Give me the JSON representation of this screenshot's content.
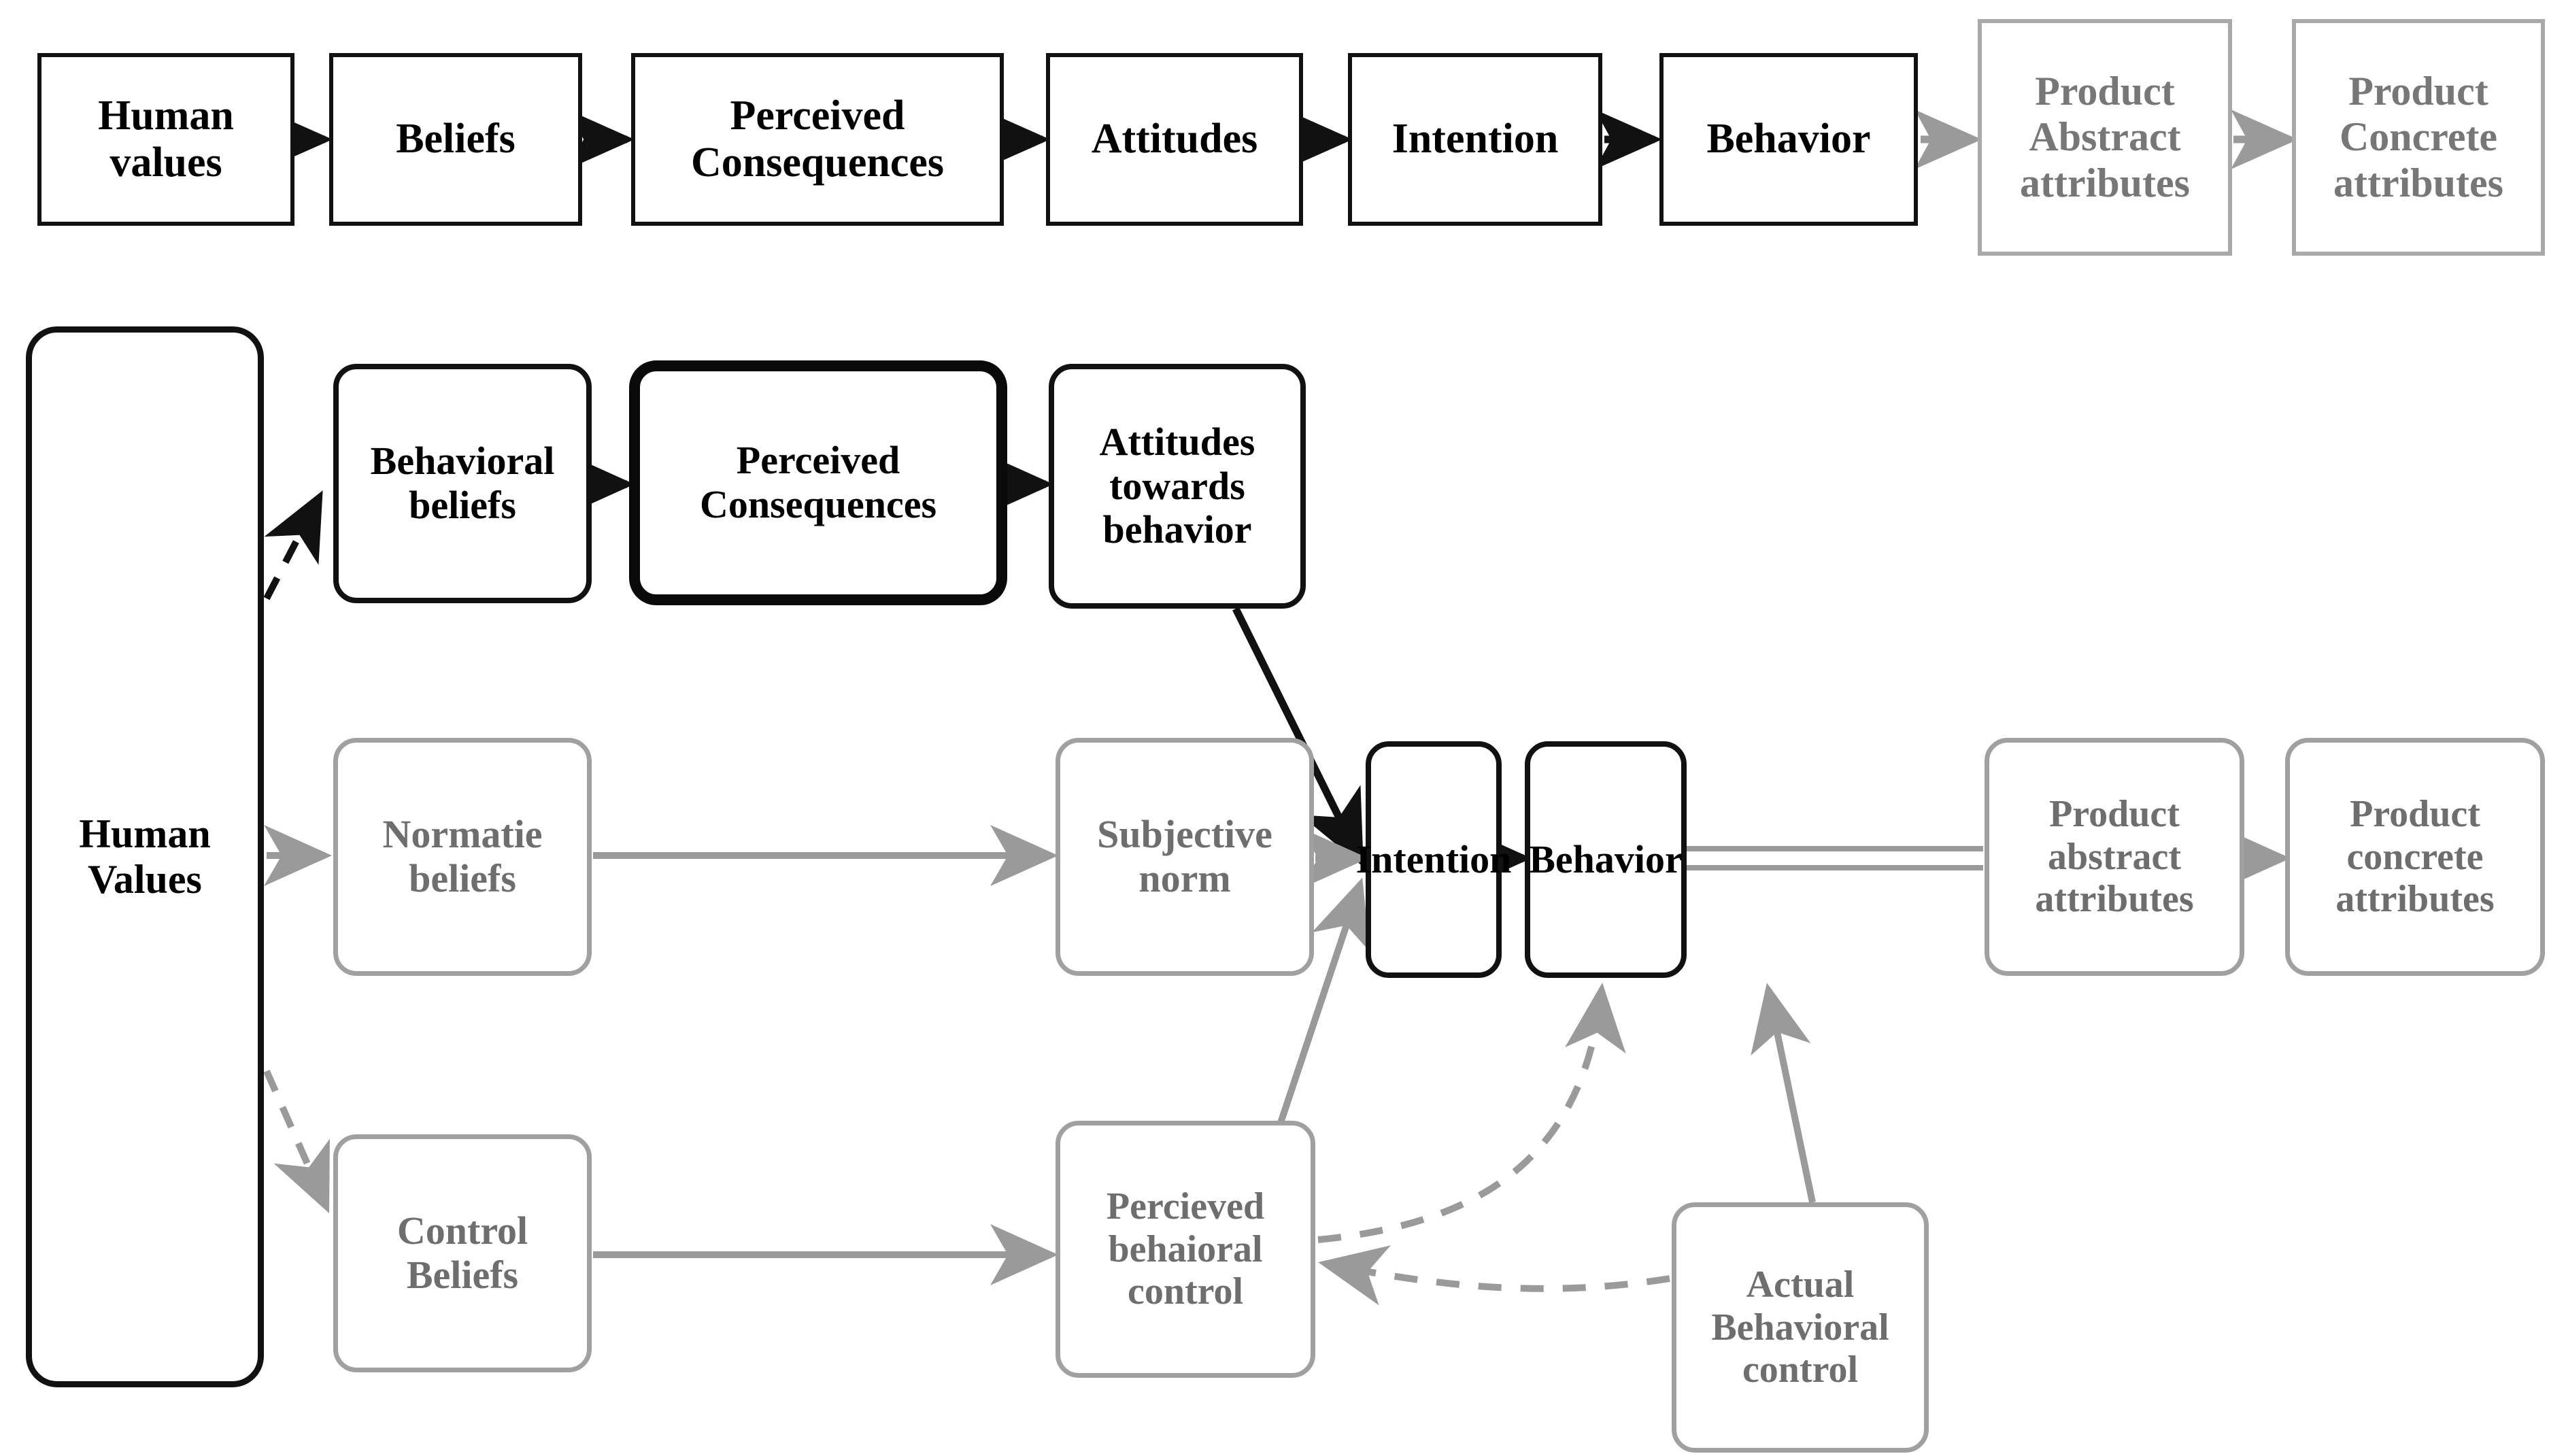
{
  "diagram": {
    "title": "Human values to product attributes behavioral model",
    "colors": {
      "dark_stroke": "#111111",
      "gray_stroke": "#a0a0a0",
      "dark_text": "#000000",
      "gray_text": "#6e6e6e",
      "background": "#ffffff"
    },
    "top_row": {
      "nodes": [
        {
          "id": "top-human-values",
          "label": "Human\nvalues",
          "tone": "dark",
          "shape": "rect"
        },
        {
          "id": "top-beliefs",
          "label": "Beliefs",
          "tone": "dark",
          "shape": "rect"
        },
        {
          "id": "top-perceived-consequences",
          "label": "Perceived\nConsequences",
          "tone": "dark",
          "shape": "rect"
        },
        {
          "id": "top-attitudes",
          "label": "Attitudes",
          "tone": "dark",
          "shape": "rect"
        },
        {
          "id": "top-intention",
          "label": "Intention",
          "tone": "dark",
          "shape": "rect"
        },
        {
          "id": "top-behavior",
          "label": "Behavior",
          "tone": "dark",
          "shape": "rect"
        },
        {
          "id": "top-product-abstract",
          "label": "Product\nAbstract\nattributes",
          "tone": "gray",
          "shape": "rect"
        },
        {
          "id": "top-product-concrete",
          "label": "Product\nConcrete\nattributes",
          "tone": "gray",
          "shape": "rect"
        }
      ],
      "connectors": [
        {
          "from": "top-human-values",
          "to": "top-beliefs",
          "style": "solid",
          "tone": "dark"
        },
        {
          "from": "top-beliefs",
          "to": "top-perceived-consequences",
          "style": "solid",
          "tone": "dark"
        },
        {
          "from": "top-perceived-consequences",
          "to": "top-attitudes",
          "style": "solid",
          "tone": "dark"
        },
        {
          "from": "top-attitudes",
          "to": "top-intention",
          "style": "solid",
          "tone": "dark"
        },
        {
          "from": "top-intention",
          "to": "top-behavior",
          "style": "solid",
          "tone": "dark"
        },
        {
          "from": "top-behavior",
          "to": "top-product-abstract",
          "style": "solid",
          "tone": "gray"
        },
        {
          "from": "top-product-abstract",
          "to": "top-product-concrete",
          "style": "solid",
          "tone": "gray"
        }
      ]
    },
    "main_model": {
      "nodes": [
        {
          "id": "human-values",
          "label": "Human\nValues",
          "tone": "dark",
          "shape": "rounded-tall"
        },
        {
          "id": "behavioral-beliefs",
          "label": "Behavioral\nbeliefs",
          "tone": "dark",
          "shape": "rounded"
        },
        {
          "id": "perceived-consequences",
          "label": "Perceived\nConsequences",
          "tone": "dark-emphasis",
          "shape": "rounded"
        },
        {
          "id": "attitudes-towards-behavior",
          "label": "Attitudes\ntowards\nbehavior",
          "tone": "dark",
          "shape": "rounded"
        },
        {
          "id": "normative-beliefs",
          "label": "Normatie\nbeliefs",
          "tone": "gray",
          "shape": "rounded"
        },
        {
          "id": "subjective-norm",
          "label": "Subjective\nnorm",
          "tone": "gray",
          "shape": "rounded"
        },
        {
          "id": "intention",
          "label": "Intention",
          "tone": "dark",
          "shape": "rounded"
        },
        {
          "id": "behavior",
          "label": "Behavior",
          "tone": "dark",
          "shape": "rounded"
        },
        {
          "id": "product-abstract-attributes",
          "label": "Product\nabstract\nattributes",
          "tone": "gray",
          "shape": "rounded"
        },
        {
          "id": "product-concrete-attributes",
          "label": "Product\nconcrete\nattributes",
          "tone": "gray",
          "shape": "rounded"
        },
        {
          "id": "control-beliefs",
          "label": "Control\nBeliefs",
          "tone": "gray",
          "shape": "rounded"
        },
        {
          "id": "perceived-behavioral-control",
          "label": "Percieved\nbehaioral\ncontrol",
          "tone": "gray",
          "shape": "rounded"
        },
        {
          "id": "actual-behavioral-control",
          "label": "Actual\nBehavioral\ncontrol",
          "tone": "gray",
          "shape": "rounded"
        }
      ],
      "connectors": [
        {
          "from": "human-values",
          "to": "behavioral-beliefs",
          "style": "dashed",
          "tone": "dark"
        },
        {
          "from": "behavioral-beliefs",
          "to": "perceived-consequences",
          "style": "solid",
          "tone": "dark"
        },
        {
          "from": "perceived-consequences",
          "to": "attitudes-towards-behavior",
          "style": "solid",
          "tone": "dark"
        },
        {
          "from": "attitudes-towards-behavior",
          "to": "intention",
          "style": "solid",
          "tone": "dark"
        },
        {
          "from": "human-values",
          "to": "normative-beliefs",
          "style": "dashed",
          "tone": "gray"
        },
        {
          "from": "normative-beliefs",
          "to": "subjective-norm",
          "style": "solid",
          "tone": "gray"
        },
        {
          "from": "subjective-norm",
          "to": "intention",
          "style": "solid",
          "tone": "gray"
        },
        {
          "from": "human-values",
          "to": "control-beliefs",
          "style": "dashed",
          "tone": "gray"
        },
        {
          "from": "control-beliefs",
          "to": "perceived-behavioral-control",
          "style": "solid",
          "tone": "gray"
        },
        {
          "from": "perceived-behavioral-control",
          "to": "intention",
          "style": "solid",
          "tone": "gray"
        },
        {
          "from": "perceived-behavioral-control",
          "to": "behavior",
          "style": "dashed",
          "tone": "gray"
        },
        {
          "from": "intention",
          "to": "behavior",
          "style": "solid",
          "tone": "dark"
        },
        {
          "from": "actual-behavioral-control",
          "to": "behavior",
          "style": "solid",
          "tone": "gray"
        },
        {
          "from": "actual-behavioral-control",
          "to": "perceived-behavioral-control",
          "style": "dashed",
          "tone": "gray"
        },
        {
          "from": "behavior",
          "to": "product-abstract-attributes",
          "style": "solid",
          "tone": "gray"
        },
        {
          "from": "product-abstract-attributes",
          "to": "product-concrete-attributes",
          "style": "solid",
          "tone": "gray"
        }
      ]
    }
  }
}
